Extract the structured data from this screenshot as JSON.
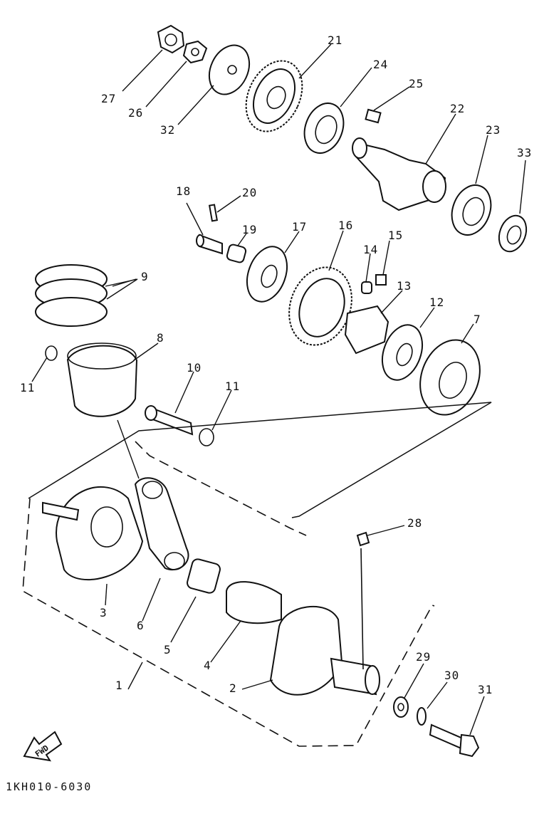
{
  "diagram": {
    "drawing_code": "1KH010-6030",
    "direction_label": "FWD",
    "part_numbers": [
      "1",
      "2",
      "3",
      "4",
      "5",
      "6",
      "7",
      "8",
      "9",
      "10",
      "11",
      "11",
      "12",
      "13",
      "14",
      "15",
      "16",
      "17",
      "18",
      "19",
      "20",
      "21",
      "22",
      "23",
      "24",
      "25",
      "26",
      "27",
      "28",
      "29",
      "30",
      "31",
      "32",
      "33"
    ]
  }
}
